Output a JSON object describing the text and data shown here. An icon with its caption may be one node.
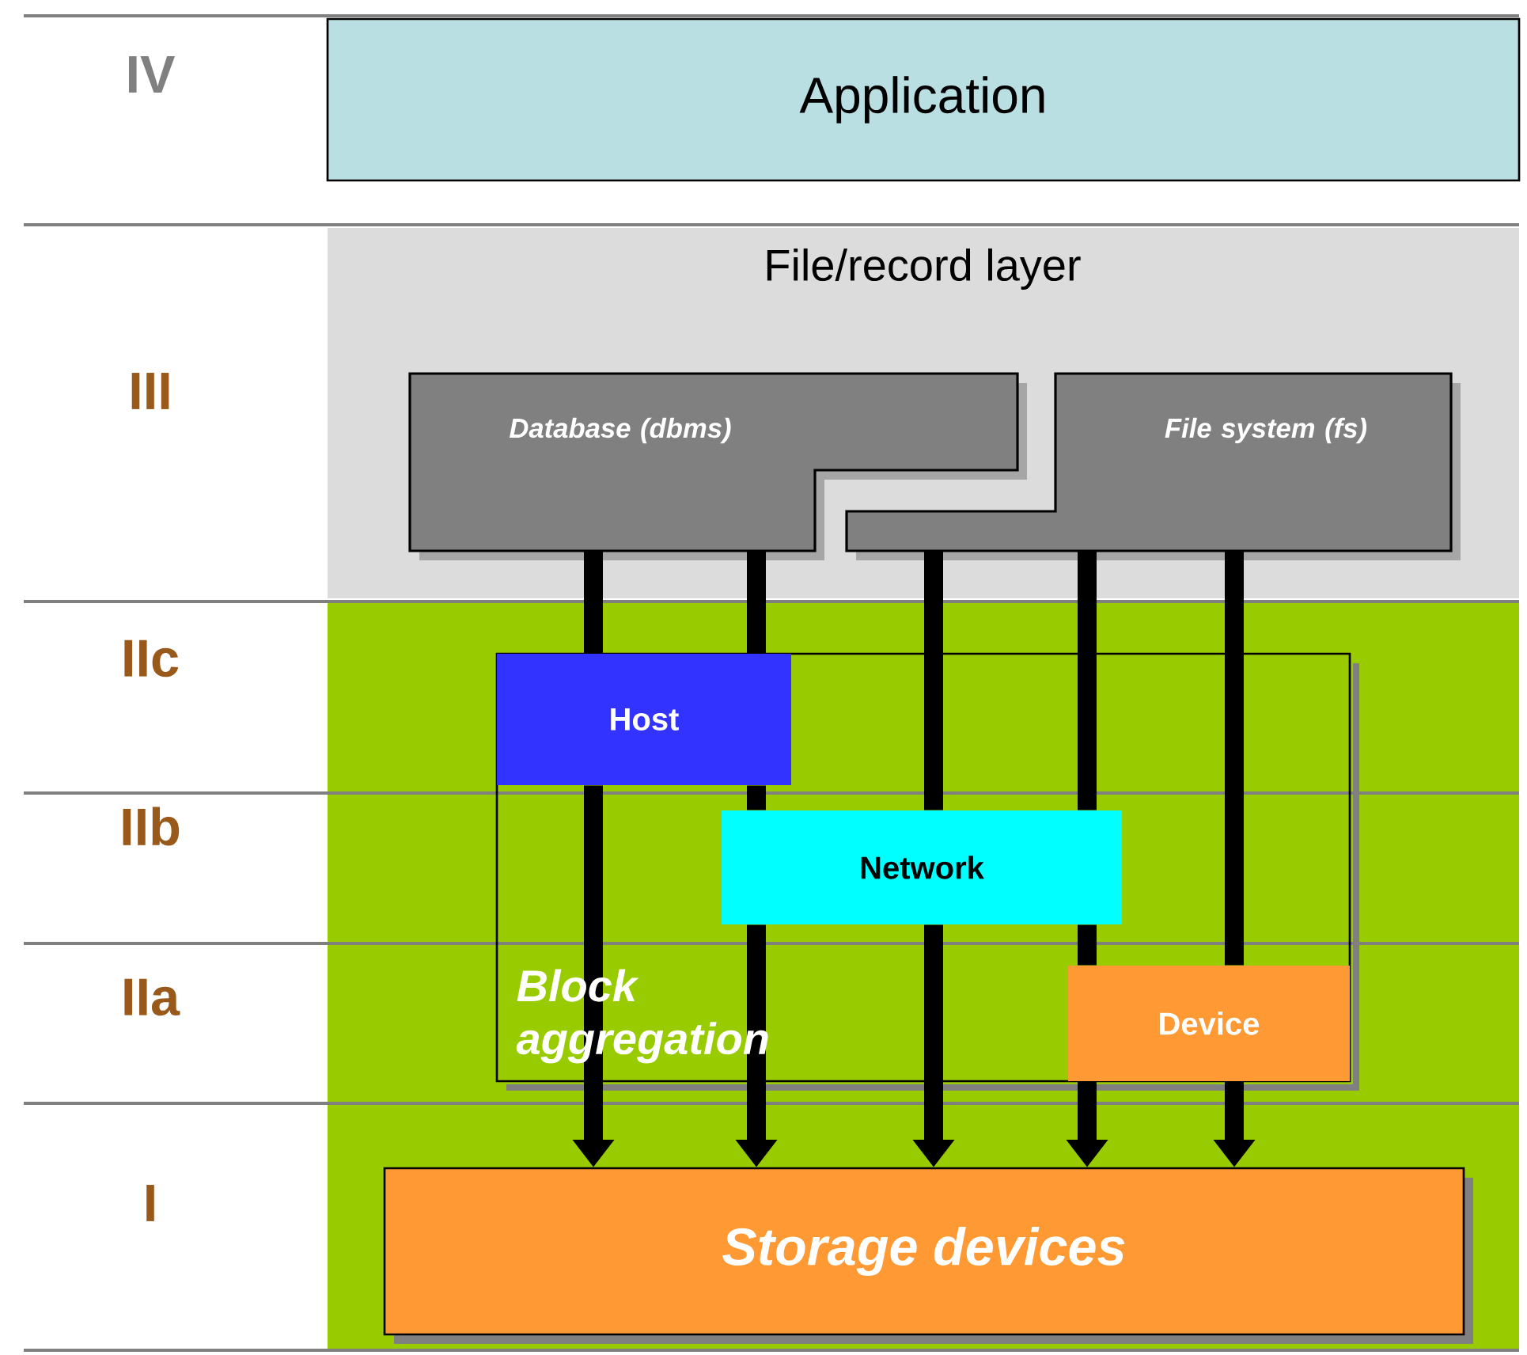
{
  "diagram": {
    "nodes": [
      {
        "text": [
          "Application"
        ]
      },
      {
        "text": [
          "File/record layer"
        ]
      },
      {
        "text": [
          "Database (dbms)"
        ],
        "in": 1
      },
      {
        "text": [
          "File system (fs)"
        ],
        "in": 1
      },
      {
        "text": [
          "Block aggregation"
        ]
      },
      {
        "text": [
          "Host"
        ],
        "in": 4
      },
      {
        "text": [
          "Network"
        ],
        "in": 4
      },
      {
        "text": [
          "Device"
        ],
        "in": 4
      },
      {
        "text": [
          "Storage devices"
        ]
      }
    ],
    "edges": [
      {
        "from": 2,
        "to": 5,
        "arrow": "none"
      },
      {
        "from": 5,
        "to": 8,
        "arrow": "to"
      },
      {
        "from": 2,
        "to": 5,
        "arrow": "none"
      },
      {
        "from": 5,
        "to": 6,
        "arrow": "none"
      },
      {
        "from": 6,
        "to": 8,
        "arrow": "to"
      },
      {
        "from": 3,
        "to": 6,
        "arrow": "none"
      },
      {
        "from": 6,
        "to": 8,
        "arrow": "to"
      },
      {
        "from": 3,
        "to": 6,
        "arrow": "none"
      },
      {
        "from": 6,
        "to": 7,
        "arrow": "none"
      },
      {
        "from": 7,
        "to": 8,
        "arrow": "to"
      },
      {
        "from": 3,
        "to": 7,
        "arrow": "none"
      },
      {
        "from": 7,
        "to": 8,
        "arrow": "to"
      }
    ],
    "labels": [
      "IV",
      "III",
      "IIc",
      "IIb",
      "IIa",
      "I"
    ]
  }
}
